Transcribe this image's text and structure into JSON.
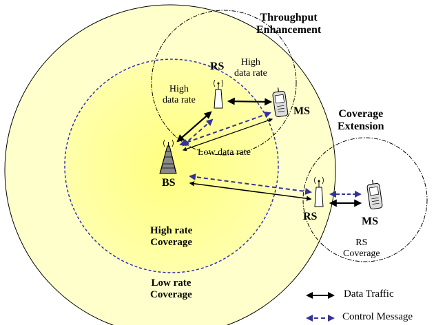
{
  "labels": {
    "throughput_enhancement": [
      "Throughput",
      "Enhancement"
    ],
    "coverage_extension": [
      "Coverage",
      "Extension"
    ],
    "rs_top": "RS",
    "rs_bottom": "RS",
    "ms_top": "MS",
    "ms_bottom": "MS",
    "bs": "BS",
    "high_data_rate_bs_rs": [
      "High",
      "data rate"
    ],
    "high_data_rate_rs_ms": [
      "High",
      "data rate"
    ],
    "low_data_rate": "Low data rate",
    "high_rate_coverage": [
      "High rate",
      "Coverage"
    ],
    "low_rate_coverage": [
      "Low rate",
      "Coverage"
    ],
    "rs_coverage": [
      "RS",
      "Coverage"
    ]
  },
  "legend": {
    "data_traffic": "Data Traffic",
    "control_message": "Control Message"
  },
  "colors": {
    "outer_fill": "#FFFFCC",
    "inner_fill": "#FFFF99",
    "inner_border": "#3333AA",
    "data_arrow": "#000000",
    "control_arrow": "#333399"
  }
}
